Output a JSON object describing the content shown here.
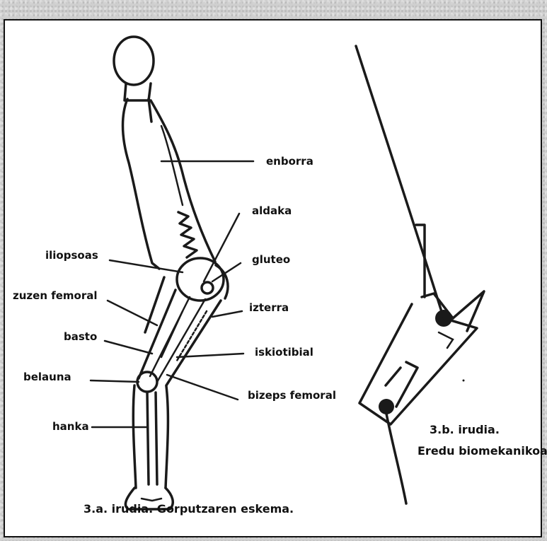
{
  "figure_a": {
    "caption": "3.a. irudia. Gorputzaren eskema.",
    "labels": {
      "enborra": "enborra",
      "aldaka": "aldaka",
      "gluteo": "gluteo",
      "iliopsoas": "iliopsoas",
      "zuzen_femoral": "zuzen femoral",
      "izterra": "izterra",
      "basto": "basto",
      "iskiotibial": "iskiotibial",
      "belauna": "belauna",
      "bizeps_femoral": "bizeps femoral",
      "hanka": "hanka"
    }
  },
  "figure_b": {
    "caption_line1": "3.b. irudia.",
    "caption_line2": "Eredu biomekanikoa."
  },
  "colors": {
    "ink": "#1a1a1a",
    "paper": "#ffffff",
    "background": "#cfcfcf"
  }
}
